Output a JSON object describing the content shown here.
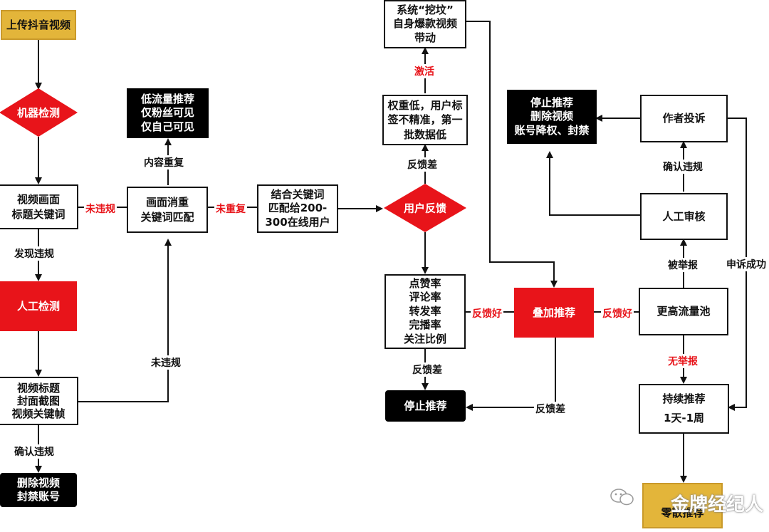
{
  "nodes": {
    "upload": "上传抖音视频",
    "machine_check": "机器检测",
    "video_title": [
      "视频画面",
      "标题关键词"
    ],
    "manual_check": "人工检测",
    "video_details": [
      "视频标题",
      "封面截图",
      "视频关键帧"
    ],
    "delete_ban": [
      "删除视频",
      "封禁账号"
    ],
    "dedup": [
      "画面消重",
      "关键词匹配"
    ],
    "low_flow": [
      "低流量推荐",
      "仅粉丝可见",
      "仅自己可见"
    ],
    "match_users": [
      "结合关键词",
      "匹配给200-",
      "300在线用户"
    ],
    "user_feedback": "用户反馈",
    "low_weight": [
      "权重低，用户标",
      "签不精准，第一",
      "批数据低"
    ],
    "system_dig": [
      "系统“挖坟”",
      "自身爆款视频",
      "带动"
    ],
    "metrics": [
      "点赞率",
      "评论率",
      "转发率",
      "完播率",
      "关注比例"
    ],
    "stop_recommend": "停止推荐",
    "stack_recommend": "叠加推荐",
    "stop_delete": [
      "停止推荐",
      "删除视频",
      "账号降权、封禁"
    ],
    "author_appeal": "作者投诉",
    "manual_review": "人工审核",
    "higher_pool": "更高流量池",
    "continue_recommend": [
      "持续推荐",
      "1天-1周"
    ],
    "scattered": "零散推荐"
  },
  "labels": {
    "no_violation_1": "未违规",
    "found_violation": "发现违规",
    "confirm_violation_1": "确认违规",
    "no_violation_2": "未违规",
    "content_duplicate": "内容重复",
    "no_duplicate": "未重复",
    "activate": "激活",
    "feedback_bad_1": "反馈差",
    "feedback_bad_2": "反馈差",
    "feedback_bad_3": "反馈差",
    "feedback_good_1": "反馈好",
    "feedback_good_2": "反馈好",
    "confirm_violation_2": "确认违规",
    "reported": "被举报",
    "appeal_success": "申诉成功",
    "no_report": "无举报"
  },
  "watermark": "金牌经纪人",
  "colors": {
    "red": "#e8141a",
    "gold": "#e3b53a",
    "black": "#000000"
  }
}
